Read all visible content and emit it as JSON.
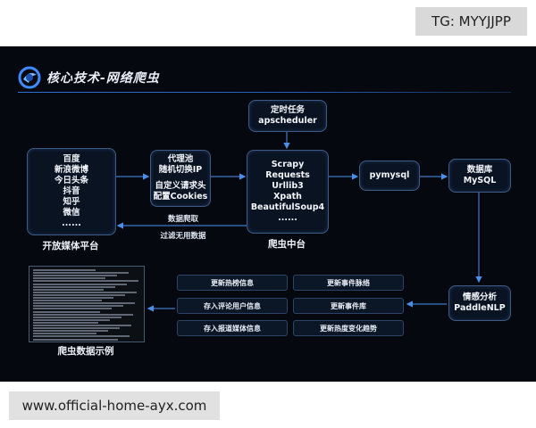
{
  "watermark_top": "TG: MYYJJPP",
  "watermark_bottom": "www.official-home-ayx.com",
  "slide": {
    "title": "核心技术-网络爬虫",
    "media_platform": {
      "items": [
        "百度",
        "新浪微博",
        "今日头条",
        "抖音",
        "知乎",
        "微信",
        "......"
      ],
      "label": "开放媒体平台"
    },
    "proxy": {
      "lines": [
        "代理池",
        "随机切换IP",
        "",
        "自定义请求头",
        "配置Cookies"
      ]
    },
    "scheduler": {
      "lines": [
        "定时任务",
        "apscheduler"
      ]
    },
    "crawler": {
      "lines": [
        "Scrapy",
        "Requests",
        "Urllib3",
        "Xpath",
        "BeautifulSoup4",
        "......"
      ],
      "label": "爬虫中台"
    },
    "pymysql": {
      "label": "pymysql"
    },
    "database": {
      "lines": [
        "数据库",
        "MySQL"
      ]
    },
    "sentiment": {
      "lines": [
        "情感分析",
        "PaddleNLP"
      ]
    },
    "arrow_labels": {
      "crawl": "数据爬取",
      "filter": "过滤无用数据"
    },
    "info_boxes": {
      "left": [
        "更新热榜信息",
        "存入评论用户信息",
        "存入报道媒体信息"
      ],
      "right": [
        "更新事件脉络",
        "更新事件库",
        "更新热度变化趋势"
      ]
    },
    "sample_label": "爬虫数据示例"
  }
}
